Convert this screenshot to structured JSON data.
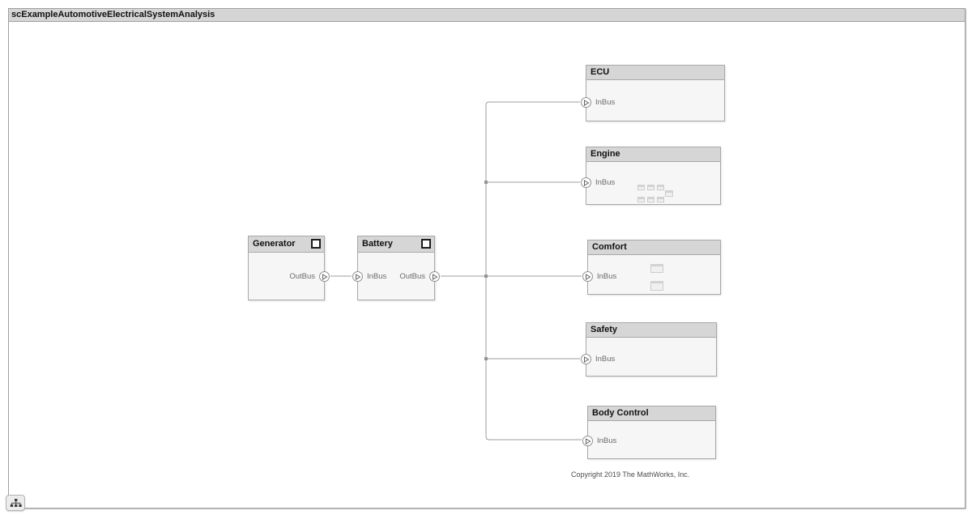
{
  "window": {
    "title": "scExampleAutomotiveElectricalSystemAnalysis"
  },
  "blocks": [
    {
      "title": "Generator",
      "out_port": "OutBus",
      "reference_badge": true
    },
    {
      "title": "Battery",
      "in_port": "InBus",
      "out_port": "OutBus",
      "reference_badge": true
    },
    {
      "title": "ECU",
      "in_port": "InBus"
    },
    {
      "title": "Engine",
      "in_port": "InBus"
    },
    {
      "title": "Comfort",
      "in_port": "InBus"
    },
    {
      "title": "Safety",
      "in_port": "InBus"
    },
    {
      "title": "Body Control",
      "in_port": "InBus"
    }
  ],
  "connections": [
    {
      "from": "Generator.OutBus",
      "to": "Battery.InBus"
    },
    {
      "from": "Battery.OutBus",
      "to": "ECU.InBus"
    },
    {
      "from": "Battery.OutBus",
      "to": "Engine.InBus"
    },
    {
      "from": "Battery.OutBus",
      "to": "Comfort.InBus"
    },
    {
      "from": "Battery.OutBus",
      "to": "Safety.InBus"
    },
    {
      "from": "Battery.OutBus",
      "to": "Body Control.InBus"
    }
  ],
  "footer": {
    "copyright": "Copyright 2019 The MathWorks, Inc."
  },
  "colors": {
    "titlebar_fill": "#d5d5d5",
    "block_header_fill": "#d6d6d6",
    "block_body_fill": "#f6f6f6",
    "block_border": "#a8a8a8",
    "wire": "#9c9c9c"
  }
}
